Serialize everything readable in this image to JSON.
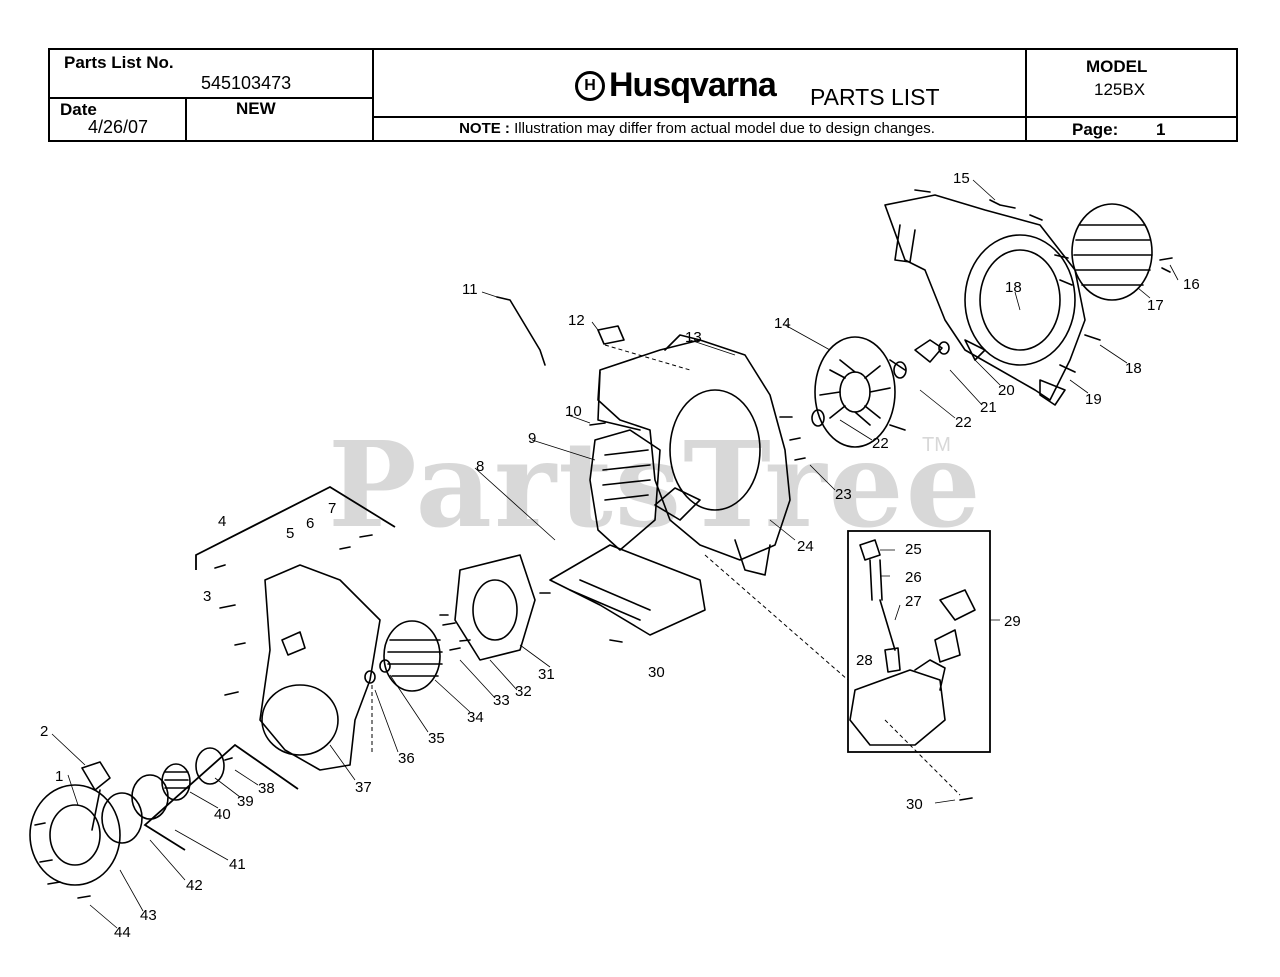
{
  "header": {
    "parts_list_no_label": "Parts List No.",
    "parts_list_no": "545103473",
    "date_label": "Date",
    "date": "4/26/07",
    "status": "NEW",
    "brand": "Husqvarna",
    "brand_mark": "H",
    "title": "PARTS LIST",
    "note_label": "NOTE :",
    "note_text": "Illustration may differ from actual model due to design changes.",
    "model_label": "MODEL",
    "model": "125BX",
    "page_label": "Page:",
    "page": "1"
  },
  "watermark": {
    "text": "PartsTree",
    "tm": "TM"
  },
  "callouts": [
    {
      "id": "1",
      "label": "1"
    },
    {
      "id": "2",
      "label": "2"
    },
    {
      "id": "3",
      "label": "3"
    },
    {
      "id": "4",
      "label": "4"
    },
    {
      "id": "5",
      "label": "5"
    },
    {
      "id": "6",
      "label": "6"
    },
    {
      "id": "7",
      "label": "7"
    },
    {
      "id": "8",
      "label": "8"
    },
    {
      "id": "9",
      "label": "9"
    },
    {
      "id": "10",
      "label": "10"
    },
    {
      "id": "11",
      "label": "11"
    },
    {
      "id": "12",
      "label": "12"
    },
    {
      "id": "13",
      "label": "13"
    },
    {
      "id": "14",
      "label": "14"
    },
    {
      "id": "15",
      "label": "15"
    },
    {
      "id": "16",
      "label": "16"
    },
    {
      "id": "17",
      "label": "17"
    },
    {
      "id": "18a",
      "label": "18"
    },
    {
      "id": "18b",
      "label": "18"
    },
    {
      "id": "19",
      "label": "19"
    },
    {
      "id": "20",
      "label": "20"
    },
    {
      "id": "21",
      "label": "21"
    },
    {
      "id": "22a",
      "label": "22"
    },
    {
      "id": "22b",
      "label": "22"
    },
    {
      "id": "23",
      "label": "23"
    },
    {
      "id": "24",
      "label": "24"
    },
    {
      "id": "25",
      "label": "25"
    },
    {
      "id": "26",
      "label": "26"
    },
    {
      "id": "27",
      "label": "27"
    },
    {
      "id": "28",
      "label": "28"
    },
    {
      "id": "29",
      "label": "29"
    },
    {
      "id": "30a",
      "label": "30"
    },
    {
      "id": "30b",
      "label": "30"
    },
    {
      "id": "31",
      "label": "31"
    },
    {
      "id": "32",
      "label": "32"
    },
    {
      "id": "33",
      "label": "33"
    },
    {
      "id": "34",
      "label": "34"
    },
    {
      "id": "35",
      "label": "35"
    },
    {
      "id": "36",
      "label": "36"
    },
    {
      "id": "37",
      "label": "37"
    },
    {
      "id": "38",
      "label": "38"
    },
    {
      "id": "39",
      "label": "39"
    },
    {
      "id": "40",
      "label": "40"
    },
    {
      "id": "41",
      "label": "41"
    },
    {
      "id": "42",
      "label": "42"
    },
    {
      "id": "43",
      "label": "43"
    },
    {
      "id": "44",
      "label": "44"
    }
  ]
}
